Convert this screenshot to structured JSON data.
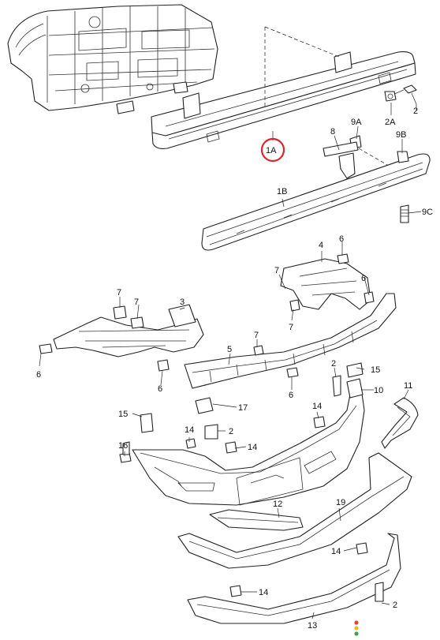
{
  "highlight": {
    "label": "1A",
    "color": "#d8282c"
  },
  "labels": {
    "p1A": "1A",
    "p1B": "1B",
    "p2a": "2",
    "p2Aa": "2A",
    "p2b": "2",
    "p2c": "2",
    "p2d": "2",
    "p3": "3",
    "p4": "4",
    "p5": "5",
    "p6a": "6",
    "p6b": "6",
    "p6c": "6",
    "p6d": "6",
    "p6e": "6",
    "p7a": "7",
    "p7b": "7",
    "p7c": "7",
    "p7d": "7",
    "p7e": "7",
    "p8": "8",
    "p9A": "9A",
    "p9B": "9B",
    "p9C": "9C",
    "p10": "10",
    "p11": "11",
    "p12": "12",
    "p13": "13",
    "p14a": "14",
    "p14b": "14",
    "p14c": "14",
    "p14d": "14",
    "p14e": "14",
    "p15a": "15",
    "p15b": "15",
    "p16": "16",
    "p17": "17",
    "p19": "19"
  },
  "indicator": {
    "colors": [
      "#e8462b",
      "#f2b624",
      "#3fa34d"
    ]
  }
}
